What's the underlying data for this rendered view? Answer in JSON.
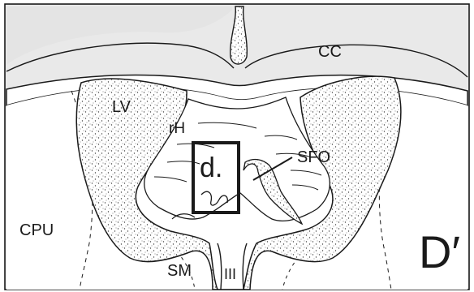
{
  "figure": {
    "panel_label": "D′",
    "box_label": "d.",
    "labels": {
      "cc": "CC",
      "lv": "LV",
      "rh": "rH",
      "sfo": "SFO",
      "cpu": "CPU",
      "sm": "SM",
      "third_ventricle": "III"
    }
  },
  "colors": {
    "ink": "#1a1a1a",
    "paper": "#ffffff",
    "background_tint": "#e9e9e9"
  }
}
